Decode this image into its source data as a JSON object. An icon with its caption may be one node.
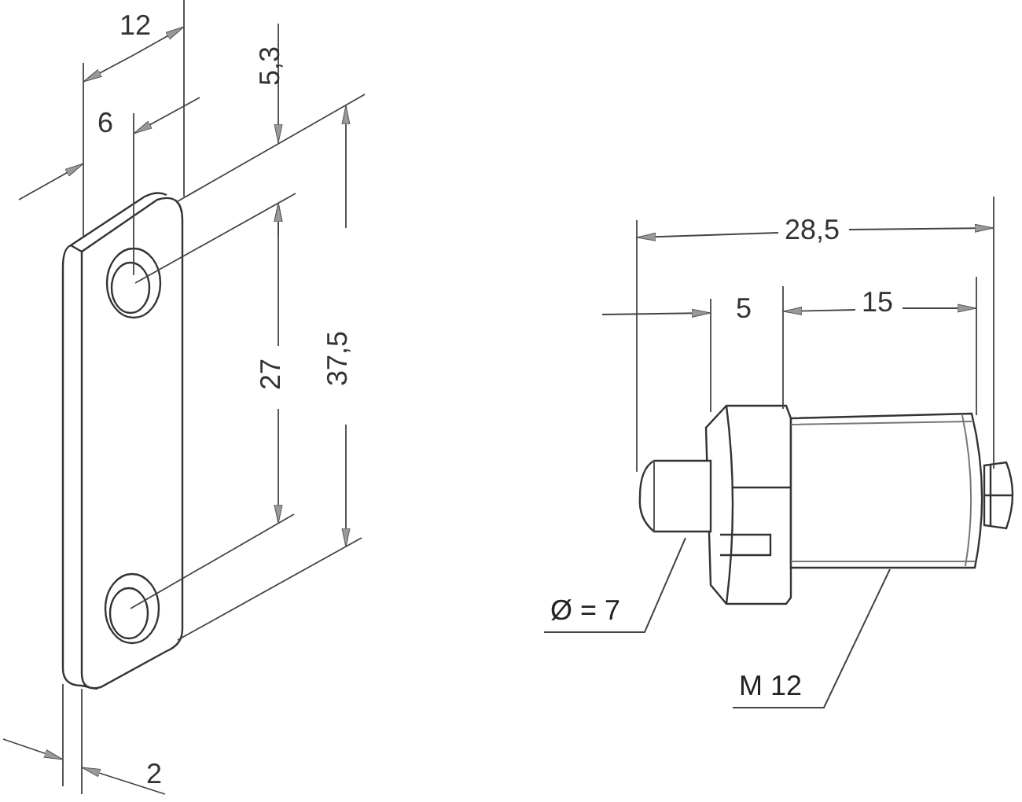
{
  "diagram": {
    "nodes": [
      {
        "text": [
          "Ø = 7"
        ]
      },
      {
        "text": [],
        "shape": "picture"
      },
      {
        "text": [
          "M 12"
        ]
      },
      {
        "text": [],
        "shape": "cylinder"
      }
    ],
    "edges": [
      {
        "from": 0,
        "to": 1,
        "arrow": "none"
      },
      {
        "from": 2,
        "to": 3,
        "arrow": "none"
      }
    ],
    "labels": [
      "12",
      "5,3",
      "6",
      "28,5",
      "5",
      "15",
      "37,5",
      "27",
      "2"
    ]
  }
}
